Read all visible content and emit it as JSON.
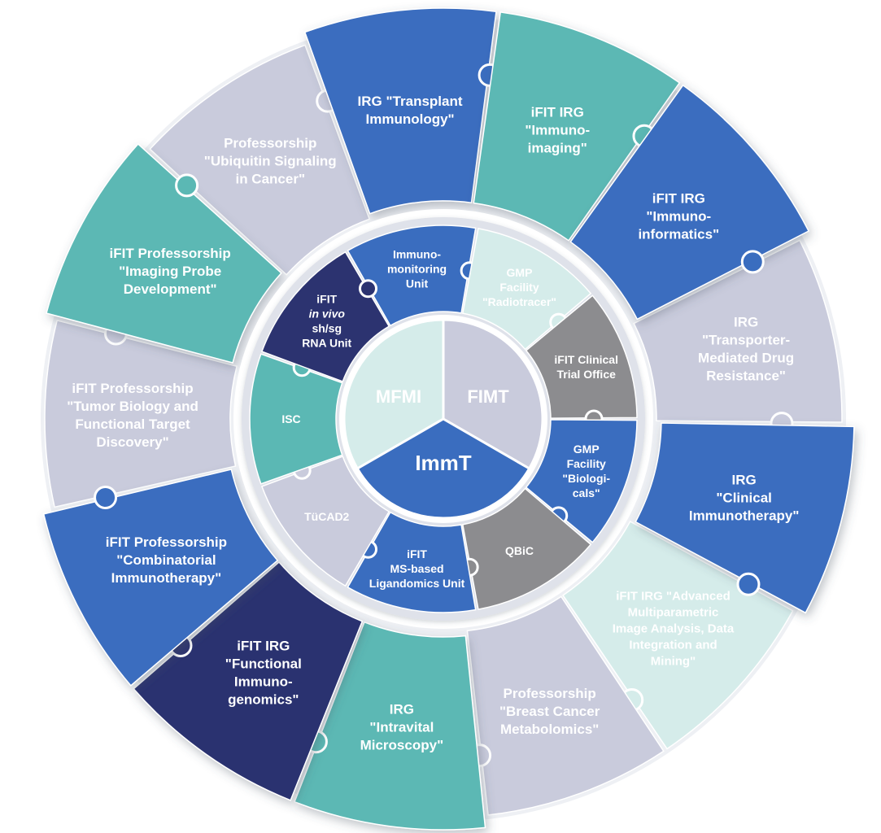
{
  "colors": {
    "dark_blue": "#2c3370",
    "blue": "#3a6dbf",
    "teal": "#5bb8b4",
    "light_teal": "#d5ecea",
    "lavender": "#c9cbdc",
    "gray": "#8c8c8f",
    "shadow": "#9aa3b4"
  },
  "center": {
    "segments": [
      {
        "id": "mfmi",
        "label": "MFMI",
        "color": "light_teal"
      },
      {
        "id": "fimt",
        "label": "FIMT",
        "color": "lavender"
      },
      {
        "id": "immt",
        "label": "ImmT",
        "color": "blue"
      }
    ]
  },
  "middle_ring": {
    "segments": [
      {
        "id": "immunomonitoring",
        "lines": [
          "Immuno-",
          "monitoring",
          "Unit"
        ],
        "color": "blue"
      },
      {
        "id": "gmp-radiotracer",
        "lines": [
          "GMP",
          "Facility",
          "\"Radiotracer\""
        ],
        "color": "light_teal"
      },
      {
        "id": "clinical-trial-office",
        "lines": [
          "iFIT Clinical",
          "Trial Office"
        ],
        "color": "gray"
      },
      {
        "id": "gmp-biologicals",
        "lines": [
          "GMP",
          "Facility",
          "\"Biologi-",
          "cals\""
        ],
        "color": "blue"
      },
      {
        "id": "qbic",
        "lines": [
          "QBiC"
        ],
        "color": "gray"
      },
      {
        "id": "ligandomics",
        "lines": [
          "iFIT",
          "MS-based",
          "Ligandomics Unit"
        ],
        "color": "blue"
      },
      {
        "id": "tucad2",
        "lines": [
          "TüCAD2"
        ],
        "color": "lavender"
      },
      {
        "id": "isc",
        "lines": [
          "ISC"
        ],
        "color": "teal"
      },
      {
        "id": "invivo-rna",
        "lines": [
          "iFIT",
          "in vivo",
          "sh/sg",
          "RNA Unit"
        ],
        "color": "dark_blue"
      }
    ]
  },
  "outer_ring": {
    "segments": [
      {
        "id": "transplant-immunology",
        "lines": [
          "IRG \"Transplant",
          "Immunology\""
        ],
        "color": "blue",
        "raised": true
      },
      {
        "id": "immunoimaging",
        "lines": [
          "iFIT IRG",
          "\"Immuno-",
          "imaging\""
        ],
        "color": "teal",
        "raised": true
      },
      {
        "id": "immunoinformatics",
        "lines": [
          "iFIT IRG",
          "\"Immuno-",
          "informatics\""
        ],
        "color": "blue",
        "raised": true
      },
      {
        "id": "transporter-drug-resistance",
        "lines": [
          "IRG",
          "\"Transporter-",
          "Mediated Drug",
          "Resistance\""
        ],
        "color": "lavender",
        "raised": false
      },
      {
        "id": "clinical-immunotherapy",
        "lines": [
          "IRG",
          "\"Clinical",
          "Immunotherapy\""
        ],
        "color": "blue",
        "raised": true
      },
      {
        "id": "advanced-image-analysis",
        "lines": [
          "iFIT IRG \"Advanced",
          "Multiparametric",
          "Image Analysis, Data",
          "Integration and",
          "Mining\""
        ],
        "color": "light_teal",
        "raised": false
      },
      {
        "id": "breast-cancer-metabolomics",
        "lines": [
          "Professorship",
          "\"Breast Cancer",
          "Metabolomics\""
        ],
        "color": "lavender",
        "raised": false
      },
      {
        "id": "intravital-microscopy",
        "lines": [
          "IRG",
          "\"Intravital",
          "Microscopy\""
        ],
        "color": "teal",
        "raised": true
      },
      {
        "id": "functional-immunogenomics",
        "lines": [
          "iFIT IRG",
          "\"Functional",
          "Immuno-",
          "genomics\""
        ],
        "color": "dark_blue",
        "raised": true
      },
      {
        "id": "combinatorial-immunotherapy",
        "lines": [
          "iFIT Professorship",
          "\"Combinatorial",
          "Immunotherapy\""
        ],
        "color": "blue",
        "raised": true
      },
      {
        "id": "tumor-biology",
        "lines": [
          "iFIT Professorship",
          "\"Tumor Biology and",
          "Functional Target",
          "Discovery\""
        ],
        "color": "lavender",
        "raised": false
      },
      {
        "id": "imaging-probe-development",
        "lines": [
          "iFIT Professorship",
          "\"Imaging Probe",
          "Development\""
        ],
        "color": "teal",
        "raised": true
      },
      {
        "id": "ubiquitin-signaling",
        "lines": [
          "Professorship",
          "\"Ubiquitin Signaling",
          "in Cancer\""
        ],
        "color": "lavender",
        "raised": false
      }
    ]
  }
}
